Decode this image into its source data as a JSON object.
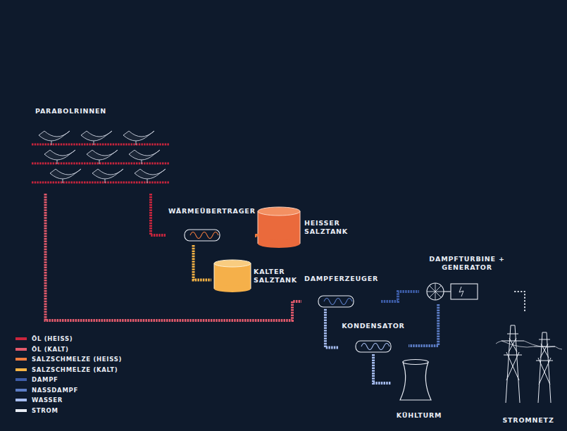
{
  "diagram": {
    "nodes": [
      {
        "text": [
          "PARABOLRINNEN"
        ]
      },
      {
        "text": [
          "WÄRMEÜBERTRAGER"
        ]
      },
      {
        "text": [
          "HEISSER SALZTANK"
        ]
      },
      {
        "text": [
          "KALTER SALZTANK"
        ]
      },
      {
        "text": [
          "DAMPFERZEUGER"
        ]
      },
      {
        "text": [
          "DAMPFTURBINE + GENERATOR"
        ]
      },
      {
        "text": [
          "KONDENSATOR"
        ]
      },
      {
        "text": [
          "KÜHLTURM"
        ]
      },
      {
        "text": [
          "STROMNETZ"
        ]
      }
    ],
    "edges": [
      {
        "from": 0,
        "to": 1,
        "arrow": "none"
      },
      {
        "from": 0,
        "to": 4,
        "arrow": "none"
      },
      {
        "from": 1,
        "to": 2,
        "arrow": "none"
      },
      {
        "from": 1,
        "to": 3,
        "arrow": "none"
      },
      {
        "from": 4,
        "to": 5,
        "arrow": "none"
      },
      {
        "from": 5,
        "to": 6,
        "arrow": "none"
      },
      {
        "from": 6,
        "to": 4,
        "arrow": "none"
      },
      {
        "from": 6,
        "to": 7,
        "arrow": "none"
      },
      {
        "from": 5,
        "to": 8,
        "arrow": "none"
      }
    ],
    "legend": [
      {
        "text": "ÖL (HEISS)",
        "color": "#c9253d"
      },
      {
        "text": "ÖL (KALT)",
        "color": "#e35a6c"
      },
      {
        "text": "SALZSCHMELZE (HEISS)",
        "color": "#f07b3f"
      },
      {
        "text": "SALZSCHMELZE (KALT)",
        "color": "#f6b445"
      },
      {
        "text": "DAMPF",
        "color": "#3d5da8"
      },
      {
        "text": "NASSDAMPF",
        "color": "#5b7cc4"
      },
      {
        "text": "WASSER",
        "color": "#a6bdf0"
      },
      {
        "text": "STROM",
        "color": "#e8ecf5"
      }
    ]
  }
}
